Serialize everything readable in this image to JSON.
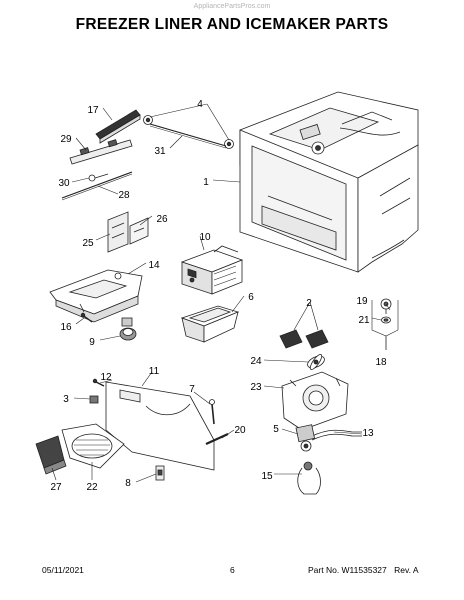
{
  "watermark": "AppliancePartsPros.com",
  "title": "FREEZER LINER AND ICEMAKER PARTS",
  "callouts": {
    "c1": "1",
    "c2": "2",
    "c3": "3",
    "c4": "4",
    "c5": "5",
    "c6": "6",
    "c7": "7",
    "c8": "8",
    "c9": "9",
    "c10": "10",
    "c11": "11",
    "c12": "12",
    "c13": "13",
    "c14": "14",
    "c15": "15",
    "c16": "16",
    "c17": "17",
    "c18": "18",
    "c19": "19",
    "c20": "20",
    "c21": "21",
    "c22": "22",
    "c23": "23",
    "c24": "24",
    "c25": "25",
    "c26": "26",
    "c27": "27",
    "c28": "28",
    "c29": "29",
    "c30": "30",
    "c31": "31"
  },
  "footer": {
    "date": "05/11/2021",
    "page": "6",
    "part_number": "Part No. W11535327",
    "revision": "Rev. A"
  }
}
